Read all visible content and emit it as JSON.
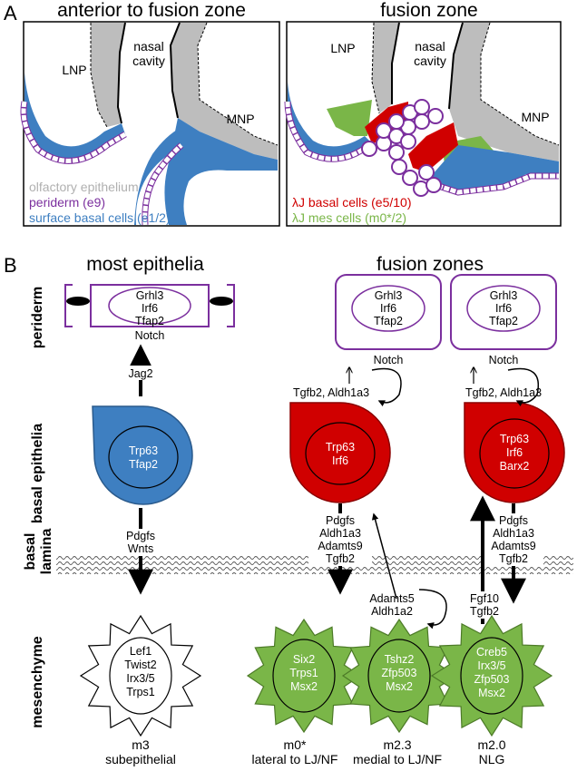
{
  "panel_a": {
    "letter": "A",
    "left_title": "anterior to fusion zone",
    "right_title": "fusion zone",
    "left": {
      "lnp": "LNP",
      "nasal_cavity": [
        "nasal",
        "cavity"
      ],
      "mnp": "MNP",
      "legend": [
        {
          "text": "olfactory epithelium",
          "color": "#bdbdbd"
        },
        {
          "text": "periderm (e9)",
          "color": "#7b2f9e"
        },
        {
          "text": "surface basal cells (e1/2)",
          "color": "#3e7fc1"
        }
      ]
    },
    "right": {
      "lnp": "LNP",
      "nasal_cavity": [
        "nasal",
        "cavity"
      ],
      "mnp": "MNP",
      "legend": [
        {
          "text": "λJ basal cells (e5/10)",
          "color": "#d00000"
        },
        {
          "text": "λJ mes cells  (m0*/2)",
          "color": "#7ab648"
        }
      ]
    }
  },
  "panel_b": {
    "letter": "B",
    "left_title": "most epithelia",
    "right_title": "fusion zones",
    "row_labels": {
      "periderm": "periderm",
      "basal_epithelia": "basal epithelia",
      "basal_lamina": [
        "basal",
        "lamina"
      ],
      "mesenchyme": "mesenchyme"
    },
    "periderm_genes": [
      "Grhl3",
      "Irf6",
      "Tfap2"
    ],
    "notch": "Notch",
    "jag2": "Jag2",
    "tgfb_aldh": "Tgfb2, Aldh1a3",
    "blue_cell": [
      "Trp63",
      "Tfap2"
    ],
    "red_cell_1": [
      "Trp63",
      "Irf6"
    ],
    "red_cell_2": [
      "Trp63",
      "Irf6",
      "Barx2"
    ],
    "signals_left": [
      "Pdgfs",
      "Wnts"
    ],
    "signals_red": [
      "Pdgfs",
      "Aldh1a3",
      "Adamts9",
      "Tgfb2"
    ],
    "adamts_aldh": [
      "Adamts5",
      "Aldh1a2"
    ],
    "fgf": [
      "Fgf10",
      "Tgfb2"
    ],
    "mes_m3": {
      "genes": [
        "Lef1",
        "Twist2",
        "Irx3/5",
        "Trps1"
      ],
      "name": "m3",
      "desc": "subepithelial"
    },
    "mes_m0": {
      "genes": [
        "Six2",
        "Trps1",
        "Msx2"
      ],
      "name": "m0*",
      "desc": "lateral to LJ/NF"
    },
    "mes_m23": {
      "genes": [
        "Tshz2",
        "Zfp503",
        "Msx2"
      ],
      "name": "m2.3",
      "desc": "medial to LJ/NF"
    },
    "mes_m20": {
      "genes": [
        "Creb5",
        "Irx3/5",
        "Zfp503",
        "Msx2"
      ],
      "name": "m2.0",
      "desc": "NLG"
    }
  },
  "colors": {
    "blue": "#3e7fc1",
    "red": "#d00000",
    "green": "#7ab648",
    "purple": "#7b2f9e",
    "grey": "#bdbdbd"
  }
}
